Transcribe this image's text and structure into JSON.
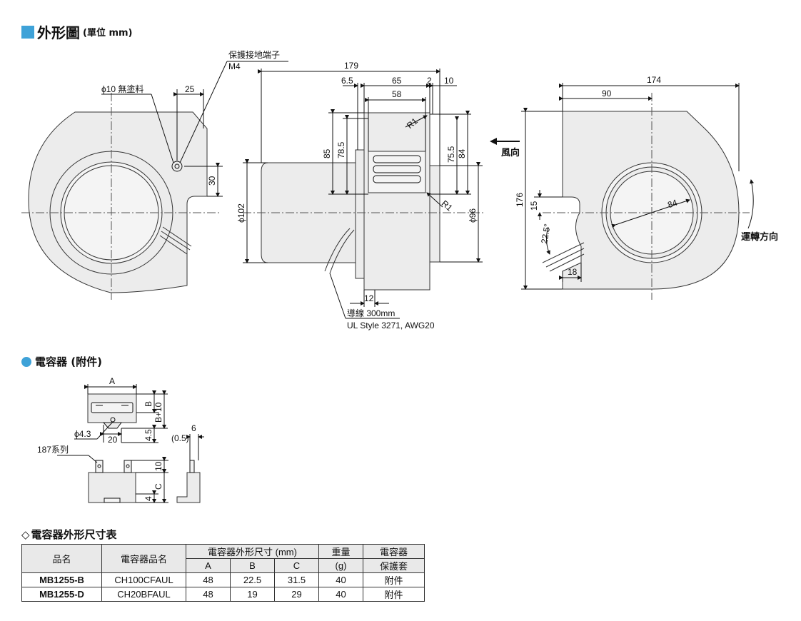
{
  "header": {
    "title": "外形圖",
    "unit": "(單位 mm)"
  },
  "drawing": {
    "ground_terminal": "保護接地端子",
    "ground_screw": "M4",
    "hole_note": "ϕ10 無塗料",
    "dim_25": "25",
    "dim_30": "30",
    "dim_179": "179",
    "dim_6_5": "6.5",
    "dim_65": "65",
    "dim_2": "2",
    "dim_10": "10",
    "dim_58": "58",
    "dim_85": "85",
    "dim_78_5": "78.5",
    "dim_75_5": "75.5",
    "dim_84_side": "84",
    "dim_r1_top": "R1",
    "dim_r1_bottom": "R1",
    "dim_phi102": "ϕ102",
    "dim_phi96": "ϕ96",
    "dim_12": "12",
    "lead_wire": "導線 300mm",
    "lead_spec": "UL Style 3271, AWG20",
    "dim_174": "174",
    "dim_90": "90",
    "dim_176": "176",
    "dim_15": "15",
    "dim_84_dia": "84",
    "dim_22_5": "22.5°",
    "dim_18": "18",
    "wind_direction": "風向",
    "rotation_direction": "運轉方向"
  },
  "capacitor": {
    "title": "電容器 (附件)",
    "dim_A": "A",
    "dim_B": "B",
    "dim_B10": "B+10",
    "dim_phi4_3": "ϕ4.3",
    "dim_20": "20",
    "dim_4_5": "4.5",
    "dim_6": "6",
    "dim_0_5": "(0.5)",
    "dim_10": "10",
    "terminal": "187系列",
    "dim_C": "C",
    "dim_4": "4"
  },
  "table": {
    "title": "電容器外形尺寸表",
    "headers": {
      "model": "品名",
      "cap_model": "電容器品名",
      "dims": "電容器外形尺寸 (mm)",
      "a": "A",
      "b": "B",
      "c": "C",
      "weight": "重量",
      "weight_unit": "(g)",
      "cover": "電容器",
      "cover2": "保護套"
    },
    "rows": [
      {
        "model": "MB1255-B",
        "cap": "CH100CFAUL",
        "a": "48",
        "b": "22.5",
        "c": "31.5",
        "weight": "40",
        "cover": "附件"
      },
      {
        "model": "MB1255-D",
        "cap": "CH20BFAUL",
        "a": "48",
        "b": "19",
        "c": "29",
        "weight": "40",
        "cover": "附件"
      }
    ]
  }
}
